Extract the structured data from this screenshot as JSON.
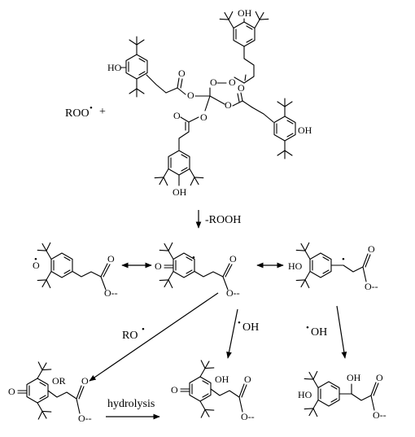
{
  "reactant": {
    "radical": "ROO",
    "radical_dot": "•",
    "plus": "+",
    "oh_top": "OH",
    "oh_left": "HO",
    "oh_right": "OH",
    "oh_bottom": "OH",
    "o1": "O",
    "o2": "O",
    "o3": "O",
    "o4": "O",
    "o5": "O",
    "o6": "O",
    "o7": "O",
    "o8": "O"
  },
  "step1": {
    "reagent": "-ROOH"
  },
  "resonance": {
    "phenoxy_o": "O",
    "phenoxy_dot": "•",
    "quinone_o": "O",
    "benzyl_ho": "HO",
    "ester_o": "O",
    "ester_ominus": "O--",
    "ester_ominus2": "O--",
    "ester_ominus3": "O--",
    "ester_o2": "O",
    "ester_o3": "O",
    "dot2": "•",
    "dot3": "•"
  },
  "products": {
    "ro_label": "RO",
    "ro_dot": "•",
    "oh_label1": "OH",
    "oh_dot1": "•",
    "oh_label2": "OH",
    "oh_dot2": "•",
    "hydrolysis": "hydrolysis",
    "p1_o": "O",
    "p1_or": "OR",
    "p1_ester_o": "O",
    "p1_ester_ominus": "O--",
    "p2_o": "O",
    "p2_oh": "OH",
    "p2_ester_o": "O",
    "p2_ester_ominus": "O--",
    "p3_ho": "HO",
    "p3_oh": "OH",
    "p3_ester_o": "O",
    "p3_ester_ominus": "O--"
  }
}
